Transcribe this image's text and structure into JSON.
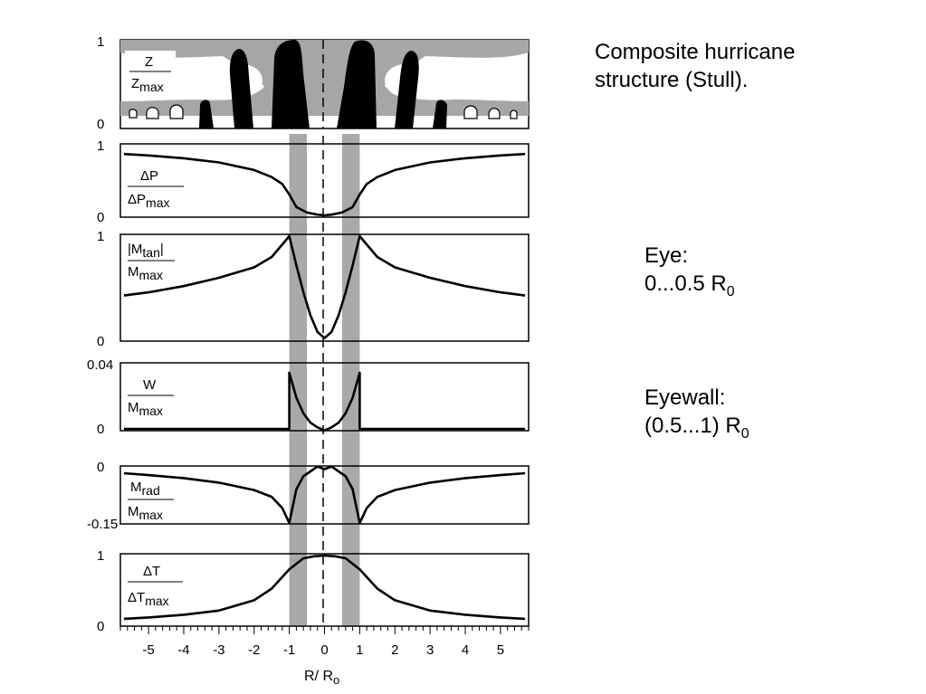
{
  "caption": {
    "line1": "Composite hurricane",
    "line2": "structure (Stull)."
  },
  "notes": {
    "eye": {
      "label": "Eye:",
      "range": "0...0.5 R",
      "sub": "0"
    },
    "eyewall": {
      "label": "Eyewall:",
      "range": "(0.5...1) R",
      "sub": "0"
    }
  },
  "colors": {
    "ink": "#000000",
    "shading": "#9a9a9a",
    "cloud_gray": "#a6a6a6"
  },
  "chart_data": [
    {
      "type": "line",
      "panel": "Z / Zmax",
      "ylabel_num": "Z",
      "ylabel_den": "Z",
      "ylabel_den_sub": "max",
      "y_ticks": [
        "1",
        "0"
      ],
      "ylim": [
        0,
        1
      ],
      "note": "vertical cross-section of cloud field; black = heavy convection, gray = cloud"
    },
    {
      "type": "line",
      "panel": "ΔP / ΔPmax",
      "ylabel_num": "ΔP",
      "ylabel_den": "ΔP",
      "ylabel_den_sub": "max",
      "y_ticks": [
        "1",
        "0"
      ],
      "ylim": [
        0,
        1
      ],
      "x": [
        -5.7,
        -5,
        -4,
        -3,
        -2,
        -1.5,
        -1.2,
        -1,
        -0.8,
        -0.5,
        -0.2,
        0,
        0.2,
        0.5,
        0.8,
        1,
        1.2,
        1.5,
        2,
        3,
        4,
        5,
        5.7
      ],
      "y": [
        0.88,
        0.86,
        0.82,
        0.76,
        0.65,
        0.55,
        0.45,
        0.3,
        0.12,
        0.04,
        0.01,
        0,
        0.01,
        0.04,
        0.12,
        0.3,
        0.45,
        0.55,
        0.65,
        0.76,
        0.82,
        0.86,
        0.88
      ]
    },
    {
      "type": "line",
      "panel": "|Mtan| / Mmax",
      "ylabel_num": "M",
      "ylabel_num_sub": "tan",
      "ylabel_den": "M",
      "ylabel_den_sub": "max",
      "y_ticks": [
        "1",
        "0"
      ],
      "ylim": [
        0,
        1
      ],
      "x": [
        -5.7,
        -5,
        -4,
        -3,
        -2,
        -1.5,
        -1,
        -0.8,
        -0.6,
        -0.4,
        -0.2,
        0,
        0.2,
        0.4,
        0.6,
        0.8,
        1,
        1.5,
        2,
        3,
        4,
        5,
        5.7
      ],
      "y": [
        0.43,
        0.46,
        0.52,
        0.6,
        0.7,
        0.8,
        1,
        0.72,
        0.46,
        0.24,
        0.08,
        0.02,
        0.08,
        0.24,
        0.46,
        0.72,
        1,
        0.8,
        0.7,
        0.6,
        0.52,
        0.46,
        0.43
      ]
    },
    {
      "type": "line",
      "panel": "W / Mmax",
      "ylabel_num": "W",
      "ylabel_den": "M",
      "ylabel_den_sub": "max",
      "y_ticks": [
        "0.04",
        "0"
      ],
      "ylim": [
        0,
        0.04
      ],
      "x": [
        -5.7,
        -1,
        -1,
        -0.8,
        -0.6,
        -0.4,
        -0.2,
        0,
        0.2,
        0.4,
        0.6,
        0.8,
        1,
        1,
        5.7
      ],
      "y": [
        0,
        0,
        0.036,
        0.02,
        0.01,
        0.004,
        0.001,
        -0.001,
        0.001,
        0.004,
        0.01,
        0.02,
        0.036,
        0,
        0
      ]
    },
    {
      "type": "line",
      "panel": "Mrad / Mmax",
      "ylabel_num": "M",
      "ylabel_num_sub": "rad",
      "ylabel_den": "M",
      "ylabel_den_sub": "max",
      "y_ticks": [
        "0",
        "-0.15"
      ],
      "ylim": [
        -0.15,
        0
      ],
      "x": [
        -5.7,
        -5,
        -4,
        -3,
        -2,
        -1.5,
        -1.2,
        -1,
        -0.8,
        -0.6,
        -0.4,
        -0.2,
        0,
        0.2,
        0.4,
        0.6,
        0.8,
        1,
        1.2,
        1.5,
        2,
        3,
        4,
        5,
        5.7
      ],
      "y": [
        -0.017,
        -0.022,
        -0.03,
        -0.042,
        -0.062,
        -0.08,
        -0.11,
        -0.15,
        -0.06,
        -0.025,
        -0.012,
        0.001,
        -0.006,
        0.001,
        -0.012,
        -0.025,
        -0.06,
        -0.15,
        -0.11,
        -0.08,
        -0.062,
        -0.042,
        -0.03,
        -0.022,
        -0.017
      ]
    },
    {
      "type": "line",
      "panel": "ΔT / ΔTmax",
      "ylabel_num": "ΔT",
      "ylabel_den": "ΔT",
      "ylabel_den_sub": "max",
      "y_ticks": [
        "1",
        "0"
      ],
      "ylim": [
        0,
        1
      ],
      "x": [
        -5.7,
        -5,
        -4,
        -3,
        -2,
        -1.5,
        -1,
        -0.6,
        -0.3,
        0,
        0.3,
        0.6,
        1,
        1.5,
        2,
        3,
        4,
        5,
        5.7
      ],
      "y": [
        0.08,
        0.1,
        0.14,
        0.2,
        0.35,
        0.52,
        0.8,
        0.96,
        0.99,
        1,
        0.99,
        0.96,
        0.8,
        0.52,
        0.35,
        0.2,
        0.14,
        0.1,
        0.08
      ],
      "x_tick_labels": [
        "-5",
        "-4",
        "-3",
        "-2",
        "-1",
        "0",
        "1",
        "2",
        "3",
        "4",
        "5"
      ],
      "x_ticks": [
        -5,
        -4,
        -3,
        -2,
        -1,
        0,
        1,
        2,
        3,
        4,
        5
      ],
      "xlim": [
        -5.8,
        5.8
      ],
      "xlabel": "R/ R",
      "xlabel_sub": "o"
    }
  ],
  "shaded_bands": [
    [
      -1,
      -0.5
    ],
    [
      0.5,
      1
    ]
  ]
}
